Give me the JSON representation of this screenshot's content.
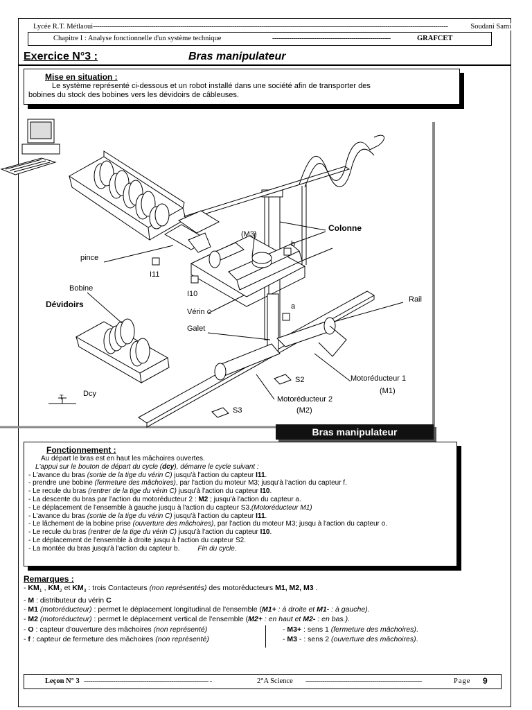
{
  "header": {
    "school": "Lycée R.T. Métlaoui",
    "author": "Soudani Sami",
    "chapter": "Chapitre I : Analyse fonctionnelle d'un système technique",
    "topic": "GRAFCET"
  },
  "exercise": {
    "title": "Exercice N°3 :",
    "subtitle": "Bras manipulateur"
  },
  "mise_en_situation": {
    "title": "Mise en situation :",
    "line1": "Le système représenté ci-dessous et un robot installé dans une société afin de transporter des",
    "line2": "bobines du stock des bobines vers les dévidoirs de câbleuses."
  },
  "figure": {
    "caption": "Bras manipulateur",
    "labels": {
      "colonne": "Colonne",
      "m3": "(M3)",
      "b": "b",
      "pince": "pince",
      "i11": "I11",
      "i10": "I10",
      "bobine": "Bobine",
      "devidoirs": "Dévidoirs",
      "verin": "Vérin",
      "verin_c": "C",
      "a": "a",
      "rail": "Rail",
      "galet": "Galet",
      "s2": "S2",
      "motoreducteur1": "Motoréducteur 1",
      "m1": "(M1)",
      "motoreducteur2": "Motoréducteur 2",
      "m2": "(M2)",
      "s3": "S3",
      "dcy": "Dcy",
      "t": "T"
    }
  },
  "fonctionnement": {
    "title": "Fonctionnement :",
    "intro": "Au départ le bras est en haut les mâchoires ouvertes.",
    "cycle_a": "L'appui sur le bouton de départ du cycle (",
    "cycle_b": "dcy",
    "cycle_c": "), démarre le cycle suivant :",
    "s1a": "- L'avance du bras ",
    "s1b": "(sortie de la tige du vérin C)",
    "s1c": " jusqu'à l'action du capteur ",
    "s1d": "I11",
    "s1e": ".",
    "s2a": "- prendre une bobine ",
    "s2b": "(fermeture des mâchoires)",
    "s2c": ", par l'action du moteur M3; jusqu'à l'action du capteur f.",
    "s3a": "- Le recule du bras ",
    "s3b": "(rentrer de la tige du vérin C)",
    "s3c": " jusqu'à l'action du capteur ",
    "s3d": "I10",
    "s3e": ".",
    "s4a": "- La descente du bras par l'action du motoréducteur 2 : ",
    "s4b": "M2",
    "s4c": " ; jusqu'à l'action du capteur a.",
    "s5a": "- Le déplacement de l'ensemble à gauche jusqu à l'action du capteur S3.",
    "s5b": "(Motoréducteur M1)",
    "s6a": "- L'avance du bras ",
    "s6b": "(sortie de la tige du vérin C)",
    "s6c": " jusqu'à l'action du capteur ",
    "s6d": "I11",
    "s6e": ".",
    "s7a": "- Le lâchement de la bobine prise ",
    "s7b": "(ouverture des mâchoires)",
    "s7c": ", par l'action du moteur M3; jusqu à l'action du capteur o.",
    "s8a": "-  Le recule du bras ",
    "s8b": "(rentrer de la tige du vérin C)",
    "s8c": " jusqu'à l'action du capteur ",
    "s8d": "I10",
    "s8e": ".",
    "s9": "- Le déplacement de l'ensemble à droite jusqu à l'action du capteur S2.",
    "s10a": "- La montée du bras jusqu'à l'action du capteur b.",
    "s10b": "Fin du cycle."
  },
  "remarques": {
    "title": "Remarques :",
    "r1a": "KM",
    "r1b": "1",
    "r1c": " , ",
    "r1d": "KM",
    "r1e": "2",
    "r1f": " et ",
    "r1g": "KM",
    "r1h": "3",
    "r1i": " : trois Contacteurs ",
    "r1j": "(non représentés)",
    "r1k": " des motoréducteurs ",
    "r1l": "M1, M2, M3",
    "r1m": " .",
    "r2a": "M",
    "r2b": " : distributeur du vérin ",
    "r2c": "C",
    "r3a": "M1",
    "r3b": " (motoréducteur)",
    "r3c": " : permet le déplacement longitudinal de l'ensemble (",
    "r3d": "M1+",
    "r3e": " : à droite et ",
    "r3f": "M1-",
    "r3g": " : à gauche).",
    "r4a": "M2",
    "r4b": " (motoréducteur)",
    "r4c": " : permet le déplacement vertical de l'ensemble (",
    "r4d": "M2+",
    "r4e": " : en haut et ",
    "r4f": "M2-",
    "r4g": " : en bas.).",
    "r5a": "O",
    "r5b": " : capteur d'ouverture des mâchoires ",
    "r5c": "(non représenté)",
    "r6a": "f",
    "r6b": " : capteur de fermeture des mâchoires ",
    "r6c": "(non représenté)",
    "r7a": "M3+",
    "r7b": " : sens 1 ",
    "r7c": "(fermeture des mâchoires)",
    "r7d": ".",
    "r8a": "M3",
    "r8b": " - : sens 2 ",
    "r8c": "(ouverture des mâchoires)",
    "r8d": "."
  },
  "footer": {
    "lesson": "Leçon N° 3",
    "level": "2°A Science",
    "page_label": "Page",
    "page_number": "9"
  }
}
